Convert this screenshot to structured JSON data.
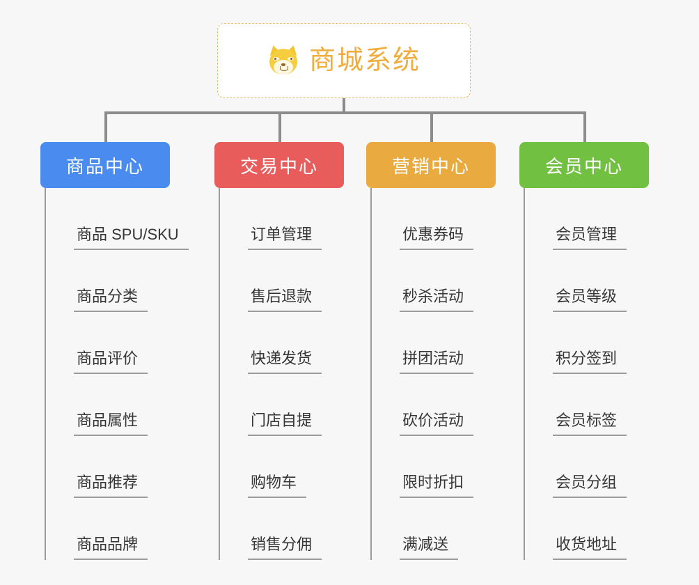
{
  "root": {
    "title": "商城系统",
    "icon": "shiba-dog-face-icon",
    "border_color": "#e8b964",
    "text_color": "#f0ad3e",
    "background": "#ffffff"
  },
  "canvas": {
    "background": "#f7f7f7",
    "connector_color": "#8c8c8c",
    "leaf_line_color": "#9b9b9b"
  },
  "columns": [
    {
      "title": "商品中心",
      "color": "#4a8bef",
      "leaves": [
        {
          "label": "商品 SPU/SKU"
        },
        {
          "label": "商品分类"
        },
        {
          "label": "商品评价"
        },
        {
          "label": "商品属性"
        },
        {
          "label": "商品推荐"
        },
        {
          "label": "商品品牌"
        }
      ]
    },
    {
      "title": "交易中心",
      "color": "#e85d5b",
      "leaves": [
        {
          "label": "订单管理"
        },
        {
          "label": "售后退款"
        },
        {
          "label": "快递发货"
        },
        {
          "label": "门店自提"
        },
        {
          "label": "购物车"
        },
        {
          "label": "销售分佣"
        }
      ]
    },
    {
      "title": "营销中心",
      "color": "#e9ab3f",
      "leaves": [
        {
          "label": "优惠券码"
        },
        {
          "label": "秒杀活动"
        },
        {
          "label": "拼团活动"
        },
        {
          "label": "砍价活动"
        },
        {
          "label": "限时折扣"
        },
        {
          "label": "满减送"
        }
      ]
    },
    {
      "title": "会员中心",
      "color": "#72c042",
      "leaves": [
        {
          "label": "会员管理"
        },
        {
          "label": "会员等级"
        },
        {
          "label": "积分签到"
        },
        {
          "label": "会员标签"
        },
        {
          "label": "会员分组"
        },
        {
          "label": "收货地址"
        }
      ]
    }
  ]
}
